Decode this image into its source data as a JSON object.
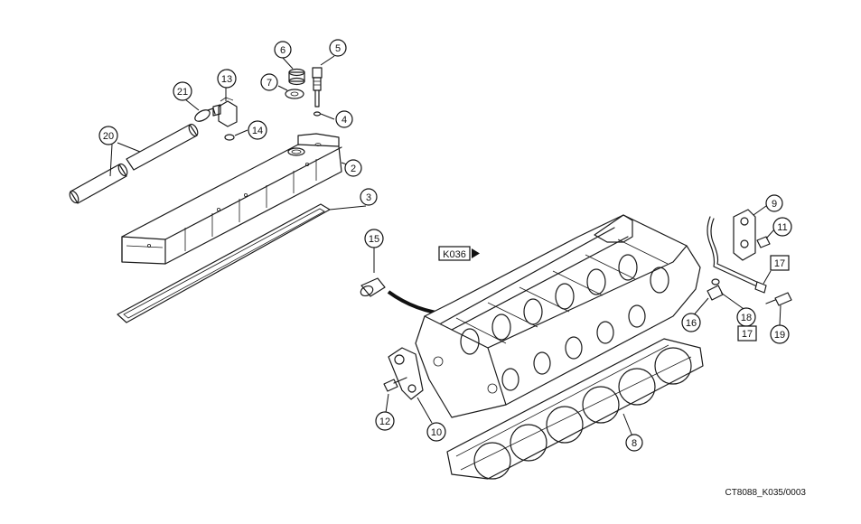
{
  "reference_label": "K036",
  "figure_code": "CT8088_K035/0003",
  "callouts": [
    {
      "id": "1",
      "label": "2"
    },
    {
      "id": "2",
      "label": "3"
    },
    {
      "id": "3",
      "label": "4"
    },
    {
      "id": "4",
      "label": "5"
    },
    {
      "id": "5",
      "label": "6"
    },
    {
      "id": "6",
      "label": "7"
    },
    {
      "id": "7",
      "label": "8"
    },
    {
      "id": "8",
      "label": "9"
    },
    {
      "id": "9",
      "label": "10"
    },
    {
      "id": "10",
      "label": "11"
    },
    {
      "id": "11",
      "label": "12"
    },
    {
      "id": "12",
      "label": "13"
    },
    {
      "id": "13",
      "label": "14"
    },
    {
      "id": "14",
      "label": "15"
    },
    {
      "id": "15",
      "label": "16"
    },
    {
      "id": "16",
      "label": "18"
    },
    {
      "id": "17",
      "label": "19"
    },
    {
      "id": "18",
      "label": "20"
    },
    {
      "id": "19",
      "label": "21"
    }
  ],
  "boxed_labels": [
    {
      "id": "a",
      "label": "17"
    },
    {
      "id": "b",
      "label": "17"
    }
  ]
}
